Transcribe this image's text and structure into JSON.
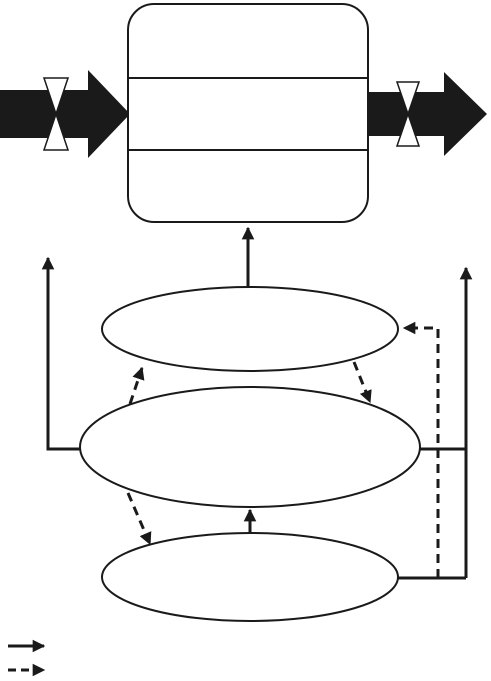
{
  "diagram": {
    "top_box": {
      "sections": [
        "",
        "",
        ""
      ]
    },
    "nodes": [
      {
        "id": "upper-ellipse",
        "label": ""
      },
      {
        "id": "middle-ellipse",
        "label": ""
      },
      {
        "id": "lower-ellipse",
        "label": ""
      }
    ],
    "legend": [
      {
        "style": "solid",
        "label": ""
      },
      {
        "style": "dashed",
        "label": ""
      }
    ],
    "colors": {
      "stroke": "#1a1a1a",
      "fill": "#ffffff",
      "arrow": "#1a1a1a"
    }
  }
}
